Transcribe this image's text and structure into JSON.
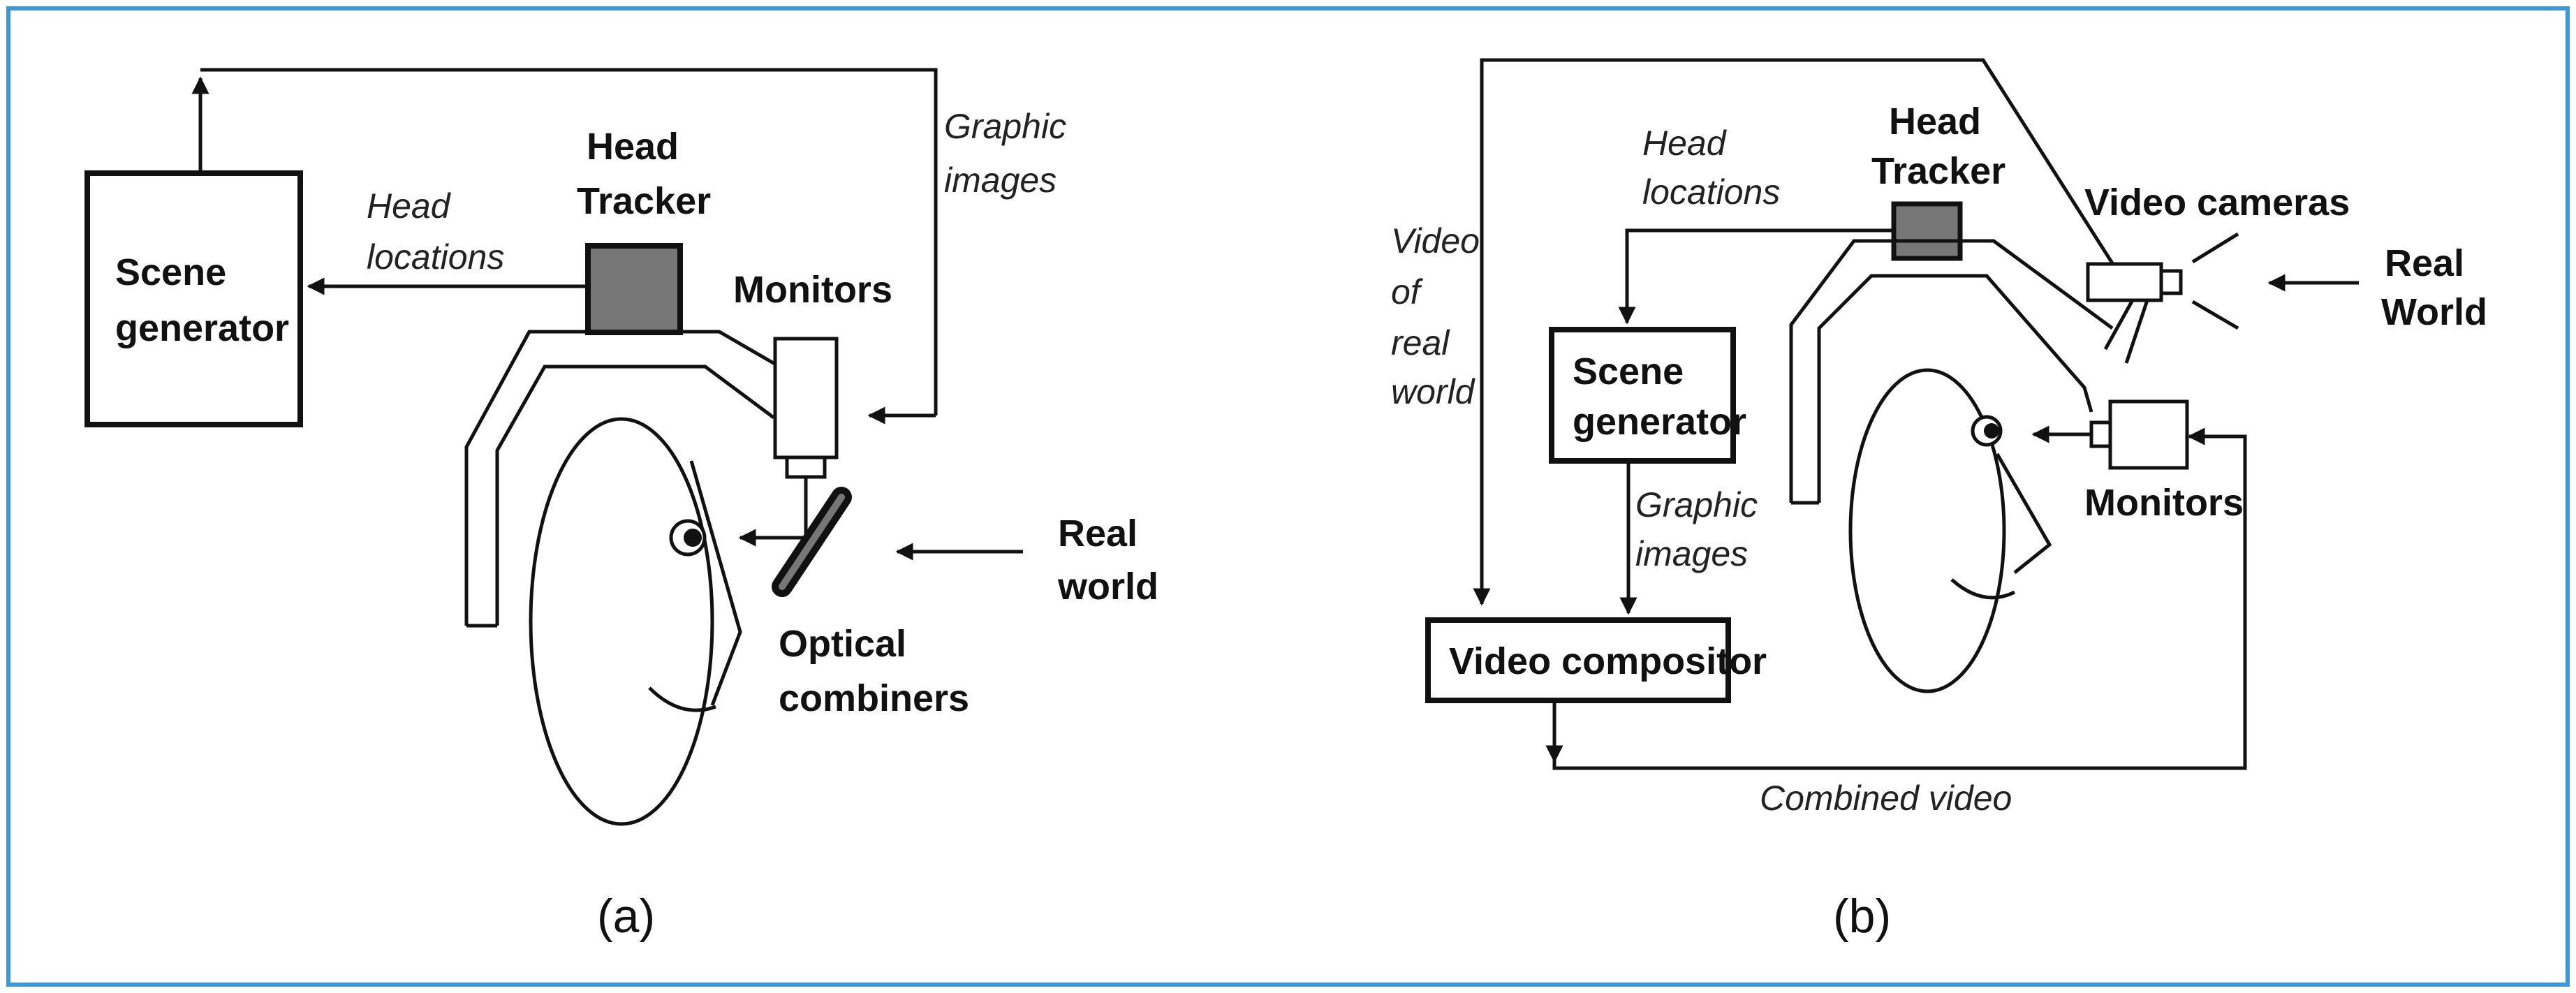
{
  "colors": {
    "border": "#3a9ad9",
    "stroke": "#111111",
    "tracker_fill": "#777777"
  },
  "panel_a": {
    "caption": "(a)",
    "scene_generator": [
      "Scene",
      "generator"
    ],
    "head_tracker": [
      "Head",
      "Tracker"
    ],
    "head_locations": [
      "Head",
      "locations"
    ],
    "graphic_images": [
      "Graphic",
      "images"
    ],
    "monitors": "Monitors",
    "real_world": [
      "Real",
      "world"
    ],
    "optical_combiners": [
      "Optical",
      "combiners"
    ]
  },
  "panel_b": {
    "caption": "(b)",
    "head_tracker": [
      "Head",
      "Tracker"
    ],
    "head_locations": [
      "Head",
      "locations"
    ],
    "video_cameras": "Video cameras",
    "real_world": [
      "Real",
      "World"
    ],
    "video_of_real_world": [
      "Video",
      "of",
      "real",
      "world"
    ],
    "scene_generator": [
      "Scene",
      "generator"
    ],
    "graphic_images": [
      "Graphic",
      "images"
    ],
    "monitors": "Monitors",
    "video_compositor": "Video compositor",
    "combined_video": "Combined video"
  }
}
